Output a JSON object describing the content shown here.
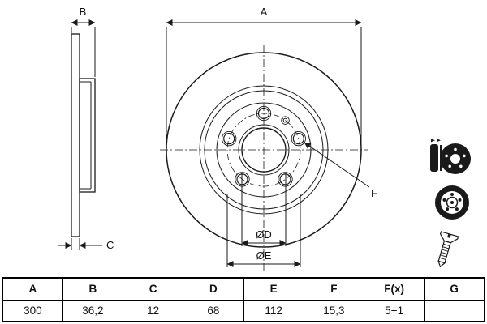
{
  "drawing": {
    "dim_a_label": "A",
    "dim_b_label": "B",
    "dim_c_label": "C",
    "dim_d_label": "ØD",
    "dim_e_label": "ØE",
    "dim_f_label": "F"
  },
  "table": {
    "headers": [
      "A",
      "B",
      "C",
      "D",
      "E",
      "F",
      "F(x)",
      "G"
    ],
    "values": [
      "300",
      "36,2",
      "12",
      "68",
      "112",
      "15,3",
      "5+1",
      ""
    ]
  },
  "colors": {
    "line": "#1a1a1a",
    "background": "#ffffff"
  }
}
